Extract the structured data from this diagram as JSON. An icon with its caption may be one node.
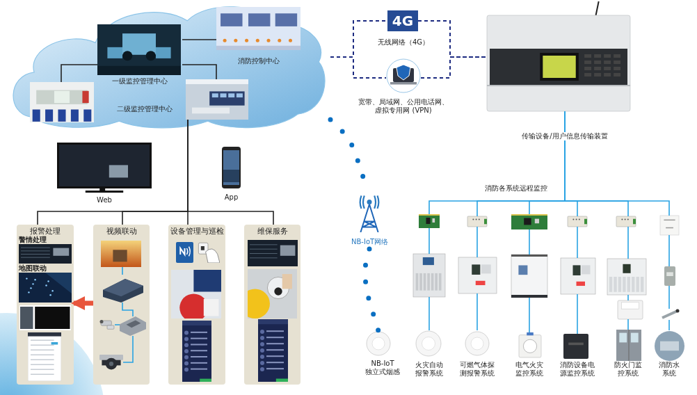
{
  "diagram": {
    "nodes": [
      {
        "text": [],
        "shape": "cloud"
      },
      {
        "text": [
          "一级监控管理中心"
        ],
        "in": 0
      },
      {
        "text": [
          "消防控制中心"
        ],
        "in": 0
      },
      {
        "text": [],
        "shape": "picture",
        "in": 0
      },
      {
        "text": [],
        "shape": "picture",
        "in": 0
      },
      {
        "text": [
          "4G"
        ],
        "beside": [
          "无线网络（4G）"
        ]
      },
      {
        "text": [],
        "shape": "picture",
        "beside": [
          "宽带、局域网、公用电话网、虚拟专用网 (VPN)"
        ]
      },
      {
        "text": [],
        "shape": "picture",
        "beside": [
          "传输设备/用户信息传输装置"
        ]
      },
      {
        "text": [
          "Web"
        ]
      },
      {
        "text": [
          "App"
        ]
      },
      {
        "text": [
          "报警处理"
        ]
      },
      {
        "text": [
          "警情处理"
        ],
        "in": 10
      },
      {
        "text": [
          "地图联动"
        ],
        "in": 10
      },
      {
        "text": [
          "视频联动"
        ]
      },
      {
        "text": [],
        "shape": "picture",
        "in": 13
      },
      {
        "text": [],
        "shape": "picture",
        "in": 13
      },
      {
        "text": [],
        "shape": "picture",
        "in": 13
      },
      {
        "text": [],
        "shape": "picture",
        "in": 13
      },
      {
        "text": [],
        "shape": "picture",
        "in": 13
      },
      {
        "text": [
          "设备管理与巡检"
        ]
      },
      {
        "text": [
          "维保服务"
        ]
      },
      {
        "text": [
          "NB-IoT网络"
        ]
      },
      {
        "text": [],
        "shape": "picture",
        "beside": [
          "NB-IoT 独立式烟感"
        ]
      },
      {
        "text": [],
        "shape": "picture"
      },
      {
        "text": [],
        "shape": "picture"
      },
      {
        "text": [],
        "shape": "picture",
        "beside": [
          "火灾自动报警系统"
        ]
      },
      {
        "text": [],
        "shape": "picture"
      },
      {
        "text": [],
        "shape": "picture"
      },
      {
        "text": [],
        "shape": "picture",
        "beside": [
          "可燃气体探测报警系统"
        ]
      },
      {
        "text": [],
        "shape": "picture"
      },
      {
        "text": [],
        "shape": "picture"
      },
      {
        "text": [],
        "shape": "picture",
        "beside": [
          "电气火灾监控系统"
        ]
      },
      {
        "text": [],
        "shape": "picture"
      },
      {
        "text": [],
        "shape": "picture"
      },
      {
        "text": [],
        "shape": "picture",
        "beside": [
          "消防设备电源监控系统"
        ]
      },
      {
        "text": [],
        "shape": "picture"
      },
      {
        "text": [],
        "shape": "picture"
      },
      {
        "text": [],
        "shape": "picture"
      },
      {
        "text": [],
        "shape": "picture",
        "beside": [
          "防火门监控系统"
        ]
      },
      {
        "text": [],
        "shape": "picture"
      },
      {
        "text": [],
        "shape": "picture"
      },
      {
        "text": [],
        "shape": "picture"
      },
      {
        "text": [],
        "shape": "picture",
        "beside": [
          "消防水系统"
        ]
      }
    ],
    "edges": [
      {
        "from": 1,
        "to": 2,
        "arrow": "none",
        "color": "#222222"
      },
      {
        "from": 1,
        "to": 3,
        "arrow": "none",
        "color": "#222222"
      },
      {
        "from": 1,
        "to": 4,
        "arrow": "none",
        "color": "#222222"
      },
      {
        "from": 4,
        "to": 10,
        "arrow": "none",
        "color": "#222222"
      },
      {
        "from": 4,
        "to": 13,
        "arrow": "none",
        "color": "#222222"
      },
      {
        "from": 4,
        "to": 19,
        "arrow": "none",
        "color": "#222222"
      },
      {
        "from": 4,
        "to": 20,
        "arrow": "none",
        "color": "#222222"
      },
      {
        "from": 13,
        "to": 10,
        "arrow": "to",
        "style": "thick",
        "color": "#e8553c"
      },
      {
        "from": 14,
        "to": 15,
        "arrow": "none"
      },
      {
        "from": 15,
        "to": 17,
        "arrow": "none"
      },
      {
        "from": 16,
        "to": 17,
        "arrow": "none"
      },
      {
        "from": 17,
        "to": 18,
        "arrow": "none"
      },
      {
        "from": 0,
        "to": 5,
        "arrow": "none",
        "style": "dashed",
        "color": "#1c2a80"
      },
      {
        "from": 0,
        "to": 6,
        "arrow": "none",
        "style": "dashed",
        "color": "#1c2a80"
      },
      {
        "from": 5,
        "to": 7,
        "arrow": "none",
        "style": "dashed",
        "color": "#1c2a80"
      },
      {
        "from": 6,
        "to": 7,
        "arrow": "none",
        "style": "dashed",
        "color": "#1c2a80"
      },
      {
        "from": 0,
        "to": 21,
        "arrow": "none",
        "style": "dashed",
        "color": "#0a6fc2"
      },
      {
        "from": 21,
        "to": 22,
        "arrow": "none",
        "style": "dashed",
        "color": "#0a6fc2"
      },
      {
        "from": 7,
        "to": 23,
        "arrow": "none"
      },
      {
        "from": 7,
        "to": 26,
        "arrow": "none"
      },
      {
        "from": 7,
        "to": 29,
        "arrow": "none"
      },
      {
        "from": 7,
        "to": 32,
        "arrow": "none"
      },
      {
        "from": 7,
        "to": 35,
        "arrow": "none"
      },
      {
        "from": 7,
        "to": 39,
        "arrow": "none"
      },
      {
        "from": 23,
        "to": 24,
        "arrow": "none"
      },
      {
        "from": 24,
        "to": 25,
        "arrow": "none"
      },
      {
        "from": 26,
        "to": 27,
        "arrow": "none"
      },
      {
        "from": 27,
        "to": 28,
        "arrow": "none"
      },
      {
        "from": 29,
        "to": 30,
        "arrow": "none"
      },
      {
        "from": 30,
        "to": 31,
        "arrow": "none"
      },
      {
        "from": 32,
        "to": 33,
        "arrow": "none"
      },
      {
        "from": 33,
        "to": 34,
        "arrow": "none"
      },
      {
        "from": 35,
        "to": 36,
        "arrow": "none"
      },
      {
        "from": 36,
        "to": 37,
        "arrow": "none"
      },
      {
        "from": 37,
        "to": 38,
        "arrow": "none"
      },
      {
        "from": 39,
        "to": 40,
        "arrow": "none"
      },
      {
        "from": 40,
        "to": 41,
        "arrow": "none"
      },
      {
        "from": 41,
        "to": 42,
        "arrow": "none"
      }
    ],
    "labels": [
      "二级监控管理中心",
      "消防各系统远程监控"
    ]
  }
}
